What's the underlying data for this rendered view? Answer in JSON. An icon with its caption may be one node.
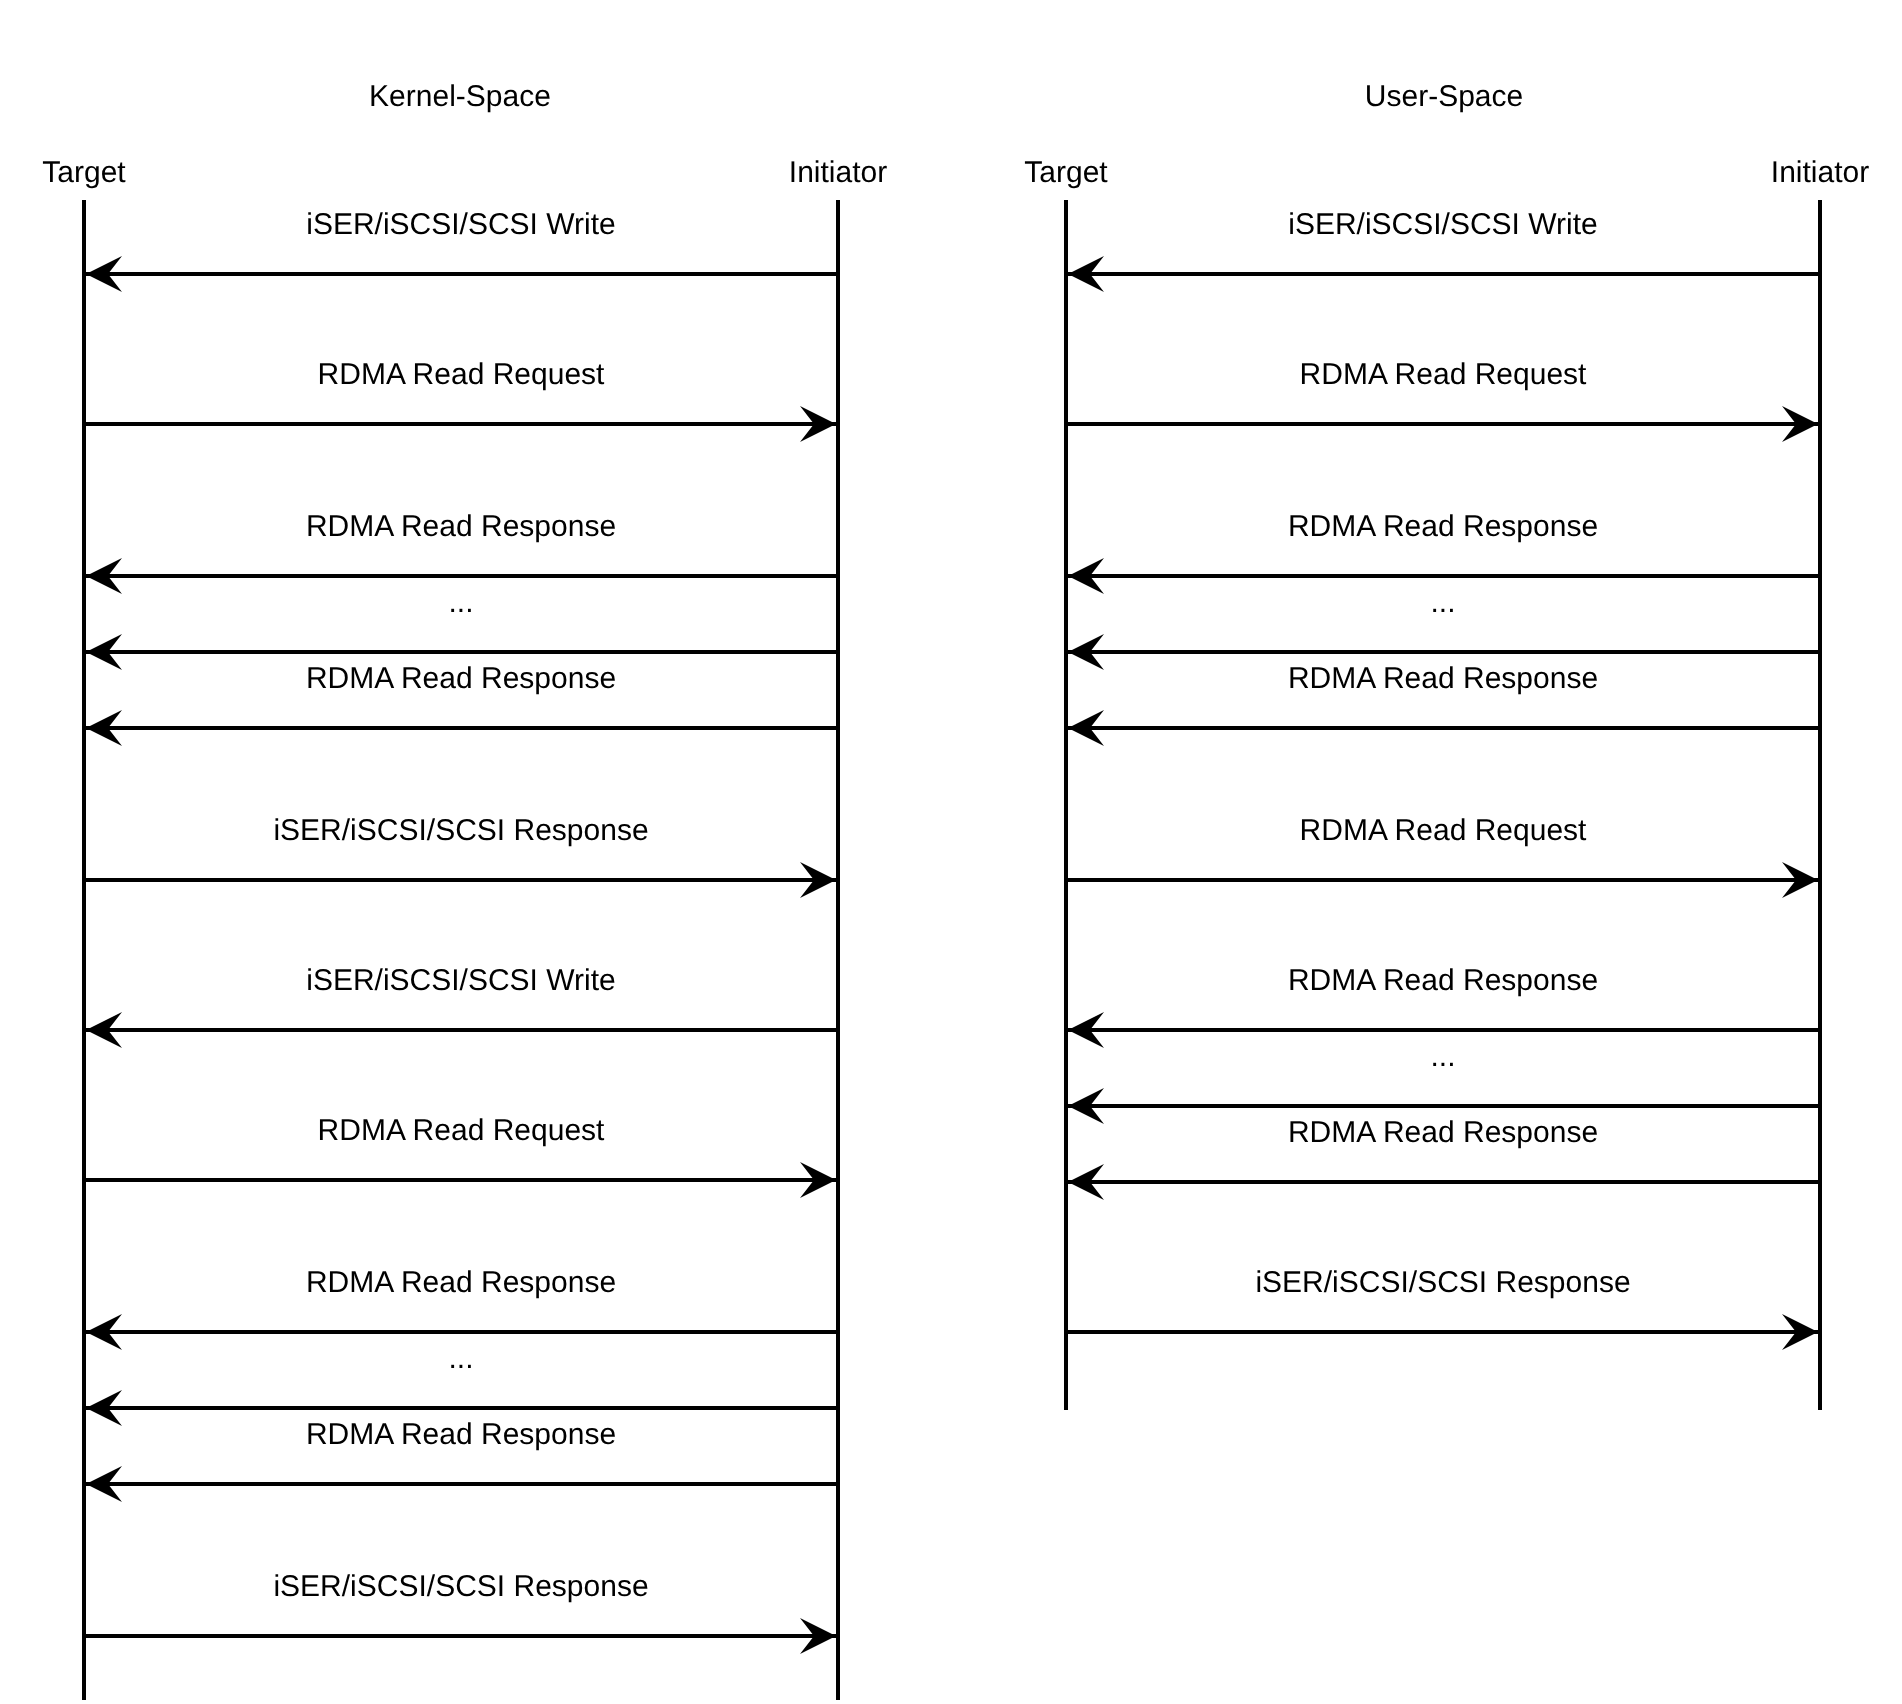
{
  "diagram": {
    "nodes": [
      {
        "text": [
          "Target"
        ]
      },
      {
        "text": [
          "Initiator"
        ]
      },
      {
        "text": [
          "Target"
        ]
      },
      {
        "text": [
          "Initiator"
        ]
      }
    ],
    "edges": [
      {
        "from": 1,
        "to": 0,
        "arrow": "to",
        "label": "iSER/iSCSI/SCSI Write"
      },
      {
        "from": 0,
        "to": 1,
        "arrow": "to",
        "label": "RDMA Read Request"
      },
      {
        "from": 1,
        "to": 0,
        "arrow": "to",
        "label": "RDMA Read Response"
      },
      {
        "from": 1,
        "to": 0,
        "arrow": "to",
        "label": "..."
      },
      {
        "from": 1,
        "to": 0,
        "arrow": "to",
        "label": "RDMA Read Response"
      },
      {
        "from": 0,
        "to": 1,
        "arrow": "to",
        "label": "iSER/iSCSI/SCSI Response"
      },
      {
        "from": 1,
        "to": 0,
        "arrow": "to",
        "label": "iSER/iSCSI/SCSI Write"
      },
      {
        "from": 0,
        "to": 1,
        "arrow": "to",
        "label": "RDMA Read Request"
      },
      {
        "from": 1,
        "to": 0,
        "arrow": "to",
        "label": "RDMA Read Response"
      },
      {
        "from": 1,
        "to": 0,
        "arrow": "to",
        "label": "..."
      },
      {
        "from": 1,
        "to": 0,
        "arrow": "to",
        "label": "RDMA Read Response"
      },
      {
        "from": 0,
        "to": 1,
        "arrow": "to",
        "label": "iSER/iSCSI/SCSI Response"
      },
      {
        "from": 3,
        "to": 2,
        "arrow": "to",
        "label": "iSER/iSCSI/SCSI Write"
      },
      {
        "from": 2,
        "to": 3,
        "arrow": "to",
        "label": "RDMA Read Request"
      },
      {
        "from": 3,
        "to": 2,
        "arrow": "to",
        "label": "RDMA Read Response"
      },
      {
        "from": 3,
        "to": 2,
        "arrow": "to",
        "label": "..."
      },
      {
        "from": 3,
        "to": 2,
        "arrow": "to",
        "label": "RDMA Read Response"
      },
      {
        "from": 2,
        "to": 3,
        "arrow": "to",
        "label": "RDMA Read Request"
      },
      {
        "from": 3,
        "to": 2,
        "arrow": "to",
        "label": "RDMA Read Response"
      },
      {
        "from": 3,
        "to": 2,
        "arrow": "to",
        "label": "..."
      },
      {
        "from": 3,
        "to": 2,
        "arrow": "to",
        "label": "RDMA Read Response"
      },
      {
        "from": 2,
        "to": 3,
        "arrow": "to",
        "label": "iSER/iSCSI/SCSI Response"
      }
    ],
    "labels": [
      "Kernel-Space",
      "User-Space"
    ]
  }
}
